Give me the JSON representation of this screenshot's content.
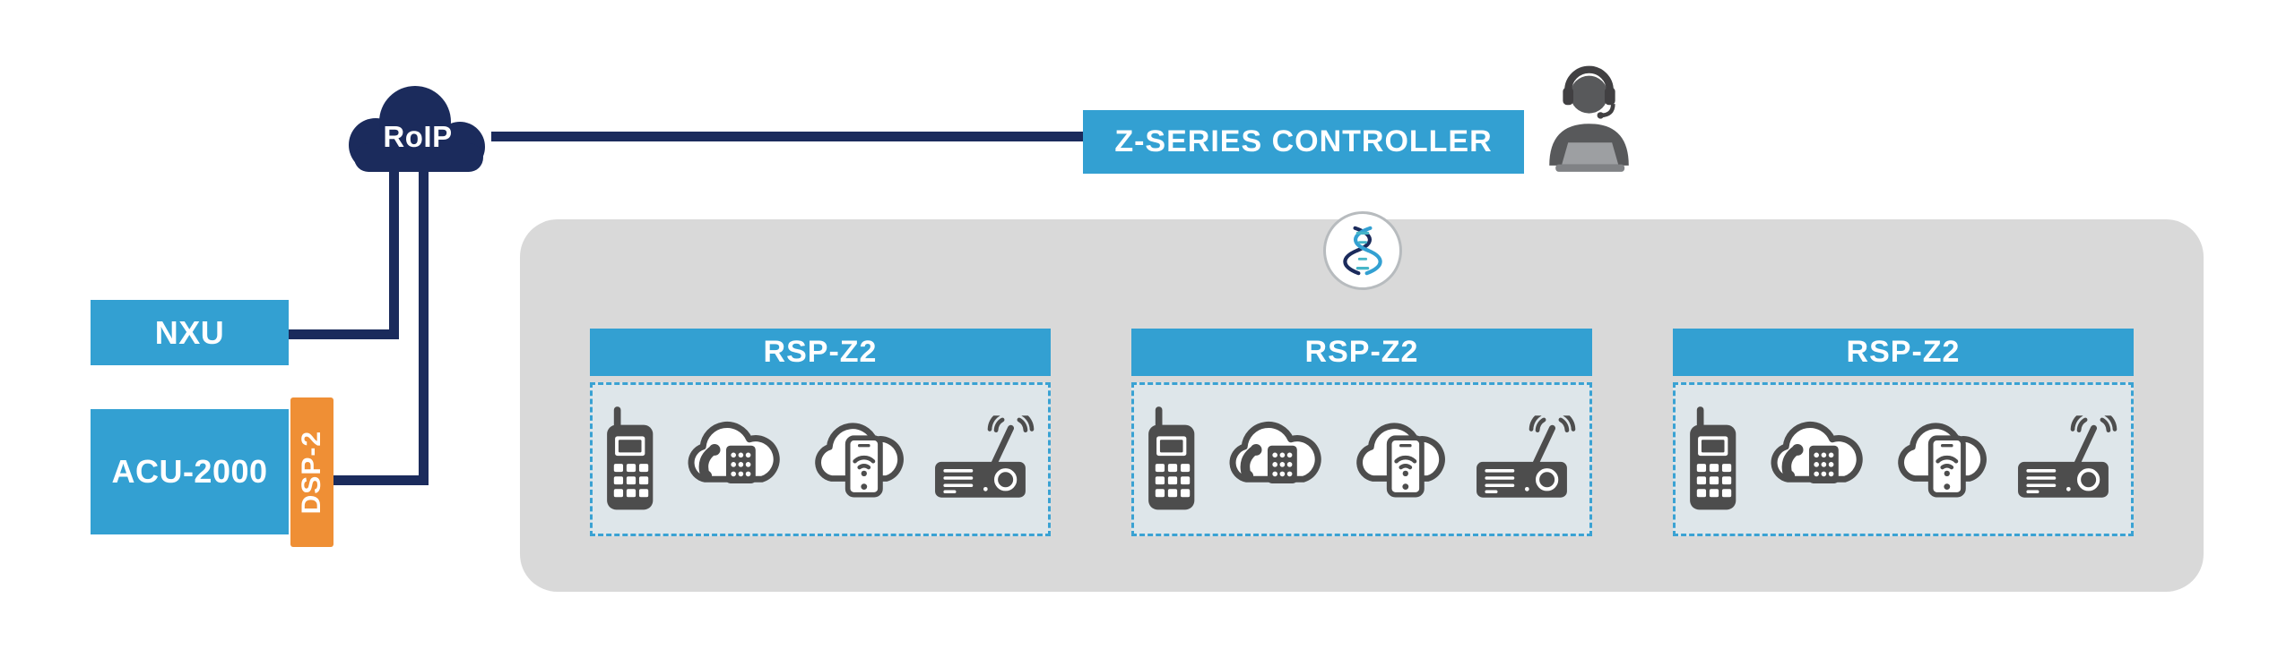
{
  "colors": {
    "navy": "#1b2b5c",
    "blue": "#33a0d2",
    "orange": "#ef8f35",
    "container_gray": "#d9d9d9",
    "panel_body": "#dee6ea",
    "icon_dark": "#4d4d4d",
    "operator_gray": "#58595b"
  },
  "cloud": {
    "label": "RoIP"
  },
  "controller": {
    "label": "Z-SERIES CONTROLLER"
  },
  "left_devices": {
    "nxu_label": "NXU",
    "acu_label": "ACU-2000",
    "dsp_label": "DSP-2"
  },
  "cluster": {
    "badge_icon": "dna-icon",
    "panels": [
      {
        "title": "RSP-Z2",
        "icons": [
          "handheld-radio-icon",
          "phone-cloud-icon",
          "smartphone-cloud-icon",
          "base-station-radio-icon"
        ]
      },
      {
        "title": "RSP-Z2",
        "icons": [
          "handheld-radio-icon",
          "phone-cloud-icon",
          "smartphone-cloud-icon",
          "base-station-radio-icon"
        ]
      },
      {
        "title": "RSP-Z2",
        "icons": [
          "handheld-radio-icon",
          "phone-cloud-icon",
          "smartphone-cloud-icon",
          "base-station-radio-icon"
        ]
      }
    ]
  },
  "operator_icon": "operator-headset-icon"
}
